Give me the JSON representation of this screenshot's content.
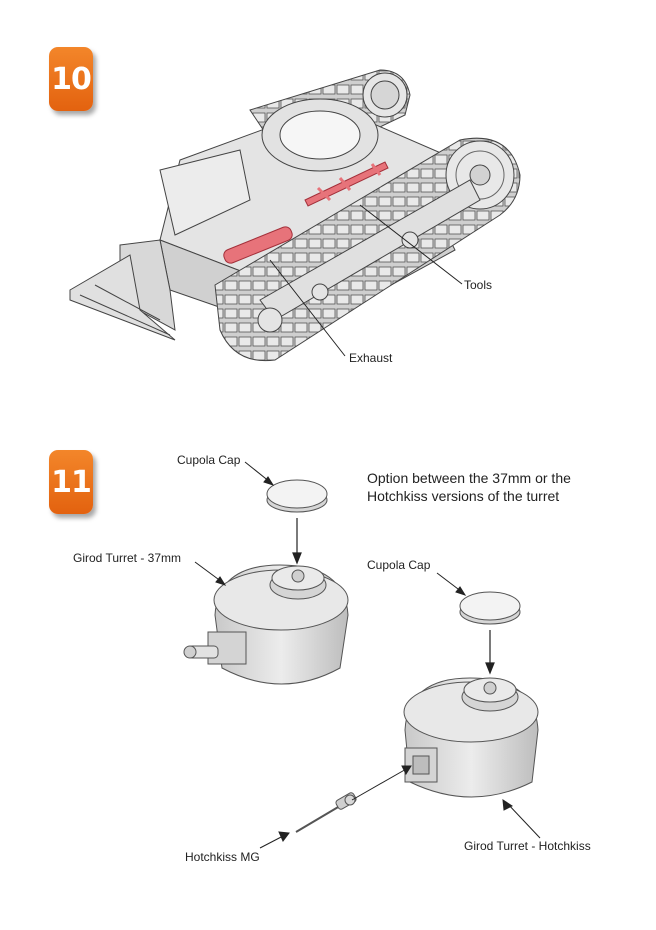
{
  "step10": {
    "number": "10",
    "labels": {
      "tools": "Tools",
      "exhaust": "Exhaust"
    }
  },
  "step11": {
    "number": "11",
    "note_line1": "Option between the 37mm or the",
    "note_line2": "Hotchkiss versions of the turret",
    "labels": {
      "cupola_cap_1": "Cupola Cap",
      "cupola_cap_2": "Cupola Cap",
      "girod_37mm": "Girod Turret - 37mm",
      "hotchkiss_mg": "Hotchkiss MG",
      "girod_hotchkiss": "Girod Turret - Hotchkiss"
    }
  },
  "colors": {
    "badge": "#ea6d18",
    "highlight": "#e7737a",
    "part": "#dedede",
    "line": "#555555"
  }
}
